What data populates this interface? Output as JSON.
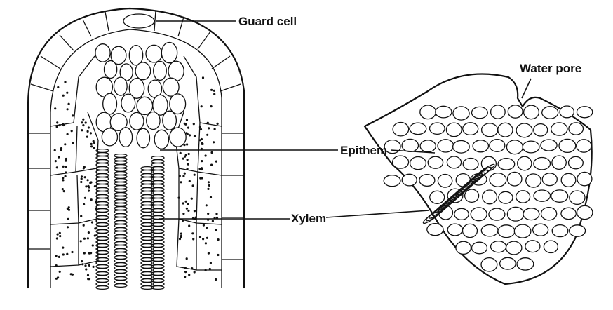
{
  "labels": {
    "guard_cell": "Guard cell",
    "epithem": "Epithem",
    "xylem": "Xylem",
    "water_pore": "Water pore"
  },
  "colors": {
    "ink": "#111111",
    "background": "#ffffff"
  }
}
